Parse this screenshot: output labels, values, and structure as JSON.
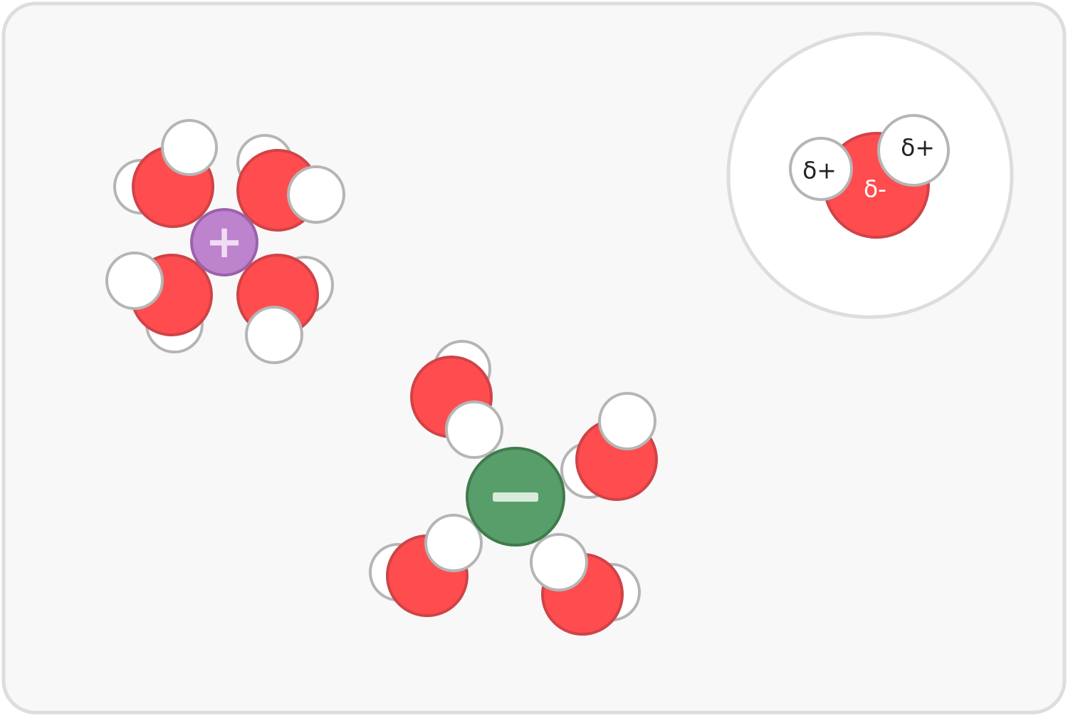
{
  "colors": {
    "background": "#f8f8f8",
    "border": "#dddddd",
    "oxygen": "#fe4c4f",
    "oxygen_stroke": "#d04347",
    "hydrogen": "#ffffff",
    "hydrogen_stroke": "#b5b5b5",
    "cation": "#bd83cd",
    "cation_stroke": "#9b62ab",
    "anion": "#589e6a",
    "anion_stroke": "#3f7b4c",
    "inset_background": "#ffffff"
  },
  "cation": {
    "symbol": "+"
  },
  "anion": {
    "symbol": "−"
  },
  "inset": {
    "hydrogen_charge_left": "δ+",
    "hydrogen_charge_right": "δ+",
    "oxygen_charge": "δ-"
  }
}
